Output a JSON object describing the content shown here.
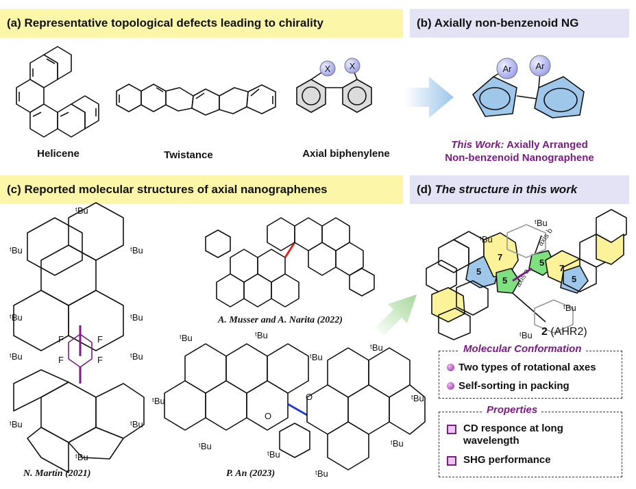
{
  "headers": {
    "a": "(a) Representative topological defects leading to chirality",
    "b": "(b) Axially non-benzenoid NG",
    "c": "(c) Reported molecular structures of axial nanographenes",
    "d_prefix": "(d)",
    "d_title": "The structure in this work"
  },
  "panel_a": {
    "helicene": "Helicene",
    "twistance": "Twistance",
    "biphenylene": "Axial biphenylene",
    "x_label": "X"
  },
  "panel_b": {
    "ar_label": "Ar",
    "this_work_prefix": "This Work:",
    "this_work_line1": " Axially Arranged",
    "this_work_line2": "Non-benzenoid Nanographene"
  },
  "panel_c": {
    "martin": "N. Martín (2021)",
    "musser": "A. Musser and A. Narita (2022)",
    "an": "P. An (2023)",
    "tbu": "ᵗBu",
    "f_label": "F",
    "o_label": "O"
  },
  "panel_d": {
    "ring_5": "5",
    "ring_7": "7",
    "axis_a": "axis a",
    "axis_b": "axis b",
    "compound_number": "2",
    "compound_name": "(AHR2)",
    "conformation_title": "Molecular Conformation",
    "conformation_items": [
      "Two types of rotational axes",
      "Self-sorting  in packing"
    ],
    "properties_title": "Properties",
    "properties_items": [
      "CD responce at long wavelength",
      "SHG performance"
    ]
  },
  "colors": {
    "header_yellow": "#fbf6a8",
    "header_lavender": "#e4e3f6",
    "accent_purple": "#7a1c84",
    "ring_blue": "#9fc7ea",
    "ring_yellow": "#fbf29a",
    "ring_green": "#7fe07f"
  }
}
